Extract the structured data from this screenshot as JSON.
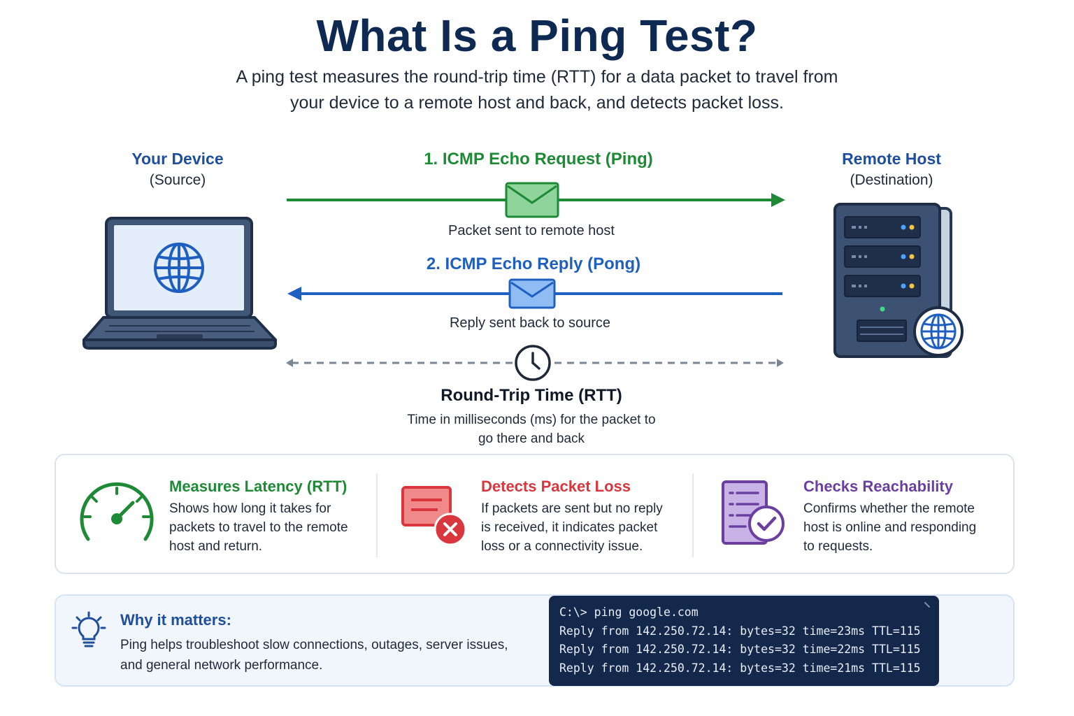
{
  "title": "What Is a Ping Test?",
  "subtitle_line1": "A ping test measures the round-trip time (RTT) for a data packet to travel from",
  "subtitle_line2": "your device to a remote host and back, and detects packet loss.",
  "source": {
    "name": "Your Device",
    "role": "(Source)"
  },
  "destination": {
    "name": "Remote Host",
    "role": "(Destination)"
  },
  "request": {
    "label": "1. ICMP Echo Request (Ping)",
    "caption": "Packet sent to remote host"
  },
  "reply": {
    "label": "2. ICMP Echo Reply (Pong)",
    "caption": "Reply sent back to source"
  },
  "rtt": {
    "title": "Round-Trip Time (RTT)",
    "desc_line1": "Time in milliseconds (ms) for the packet to",
    "desc_line2": "go there and back"
  },
  "features": [
    {
      "title": "Measures Latency (RTT)",
      "lines": [
        "Shows how long it takes for",
        "packets to travel to the remote",
        "host and return."
      ],
      "icon": "speedometer-icon"
    },
    {
      "title": "Detects Packet Loss",
      "lines": [
        "If packets are sent but no reply",
        "is received, it indicates packet",
        "loss or a connectivity issue."
      ],
      "icon": "failed-message-icon"
    },
    {
      "title": "Checks Reachability",
      "lines": [
        "Confirms whether the remote",
        "host is online and responding",
        "to requests."
      ],
      "icon": "document-check-icon"
    }
  ],
  "why": {
    "title": "Why it matters:",
    "line1": "Ping helps troubleshoot slow connections, outages, server issues,",
    "line2": "and general network performance."
  },
  "terminal": {
    "lines": [
      "C:\\> ping google.com",
      "Reply from 142.250.72.14: bytes=32 time=23ms TTL=115",
      "Reply from 142.250.72.14: bytes=32 time=22ms TTL=115",
      "Reply from 142.250.72.14: bytes=32 time=21ms TTL=115"
    ]
  },
  "colors": {
    "navy": "#0f2a52",
    "request_green": "#1e8a36",
    "reply_blue": "#1f5fbf",
    "loss_red": "#d9363e",
    "reach_purple": "#6b3fa0",
    "terminal_bg": "#14284b"
  }
}
